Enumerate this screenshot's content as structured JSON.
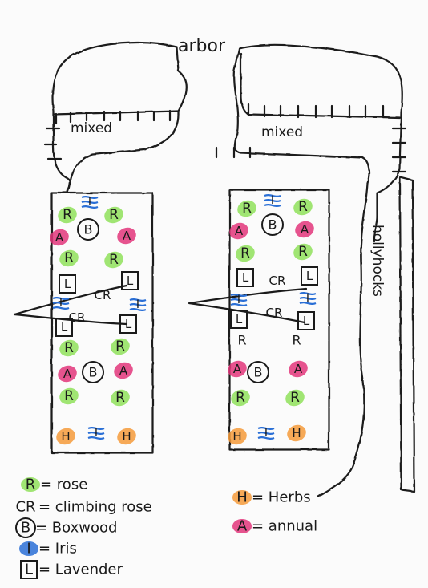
{
  "labels": {
    "arbor": "arbor",
    "mixed_left": "mixed",
    "mixed_right": "mixed",
    "hollyhocks": "hollyhocks"
  },
  "symbols": {
    "rose": "R",
    "climbing_rose": "CR",
    "boxwood": "B",
    "iris": "I",
    "lavender": "L",
    "herbs": "H",
    "annual": "A"
  },
  "legend": [
    {
      "key": "R",
      "text": "= rose",
      "color": "#8fe05a"
    },
    {
      "key": "CR",
      "text": "= climbing rose",
      "color": ""
    },
    {
      "key": "B",
      "text": "= Boxwood",
      "color": ""
    },
    {
      "key": "I",
      "text": "= Iris",
      "color": "#2a6fd6"
    },
    {
      "key": "L",
      "text": "= Lavender",
      "color": ""
    },
    {
      "key": "H",
      "text": "= Herbs",
      "color": "#f59a3a"
    },
    {
      "key": "A",
      "text": "= annual",
      "color": "#e2357a"
    }
  ],
  "colors": {
    "rose": "#8fe05a",
    "annual": "#e2357a",
    "iris": "#2a6fd6",
    "herbs": "#f59a3a",
    "ink": "#1a1a1a"
  }
}
